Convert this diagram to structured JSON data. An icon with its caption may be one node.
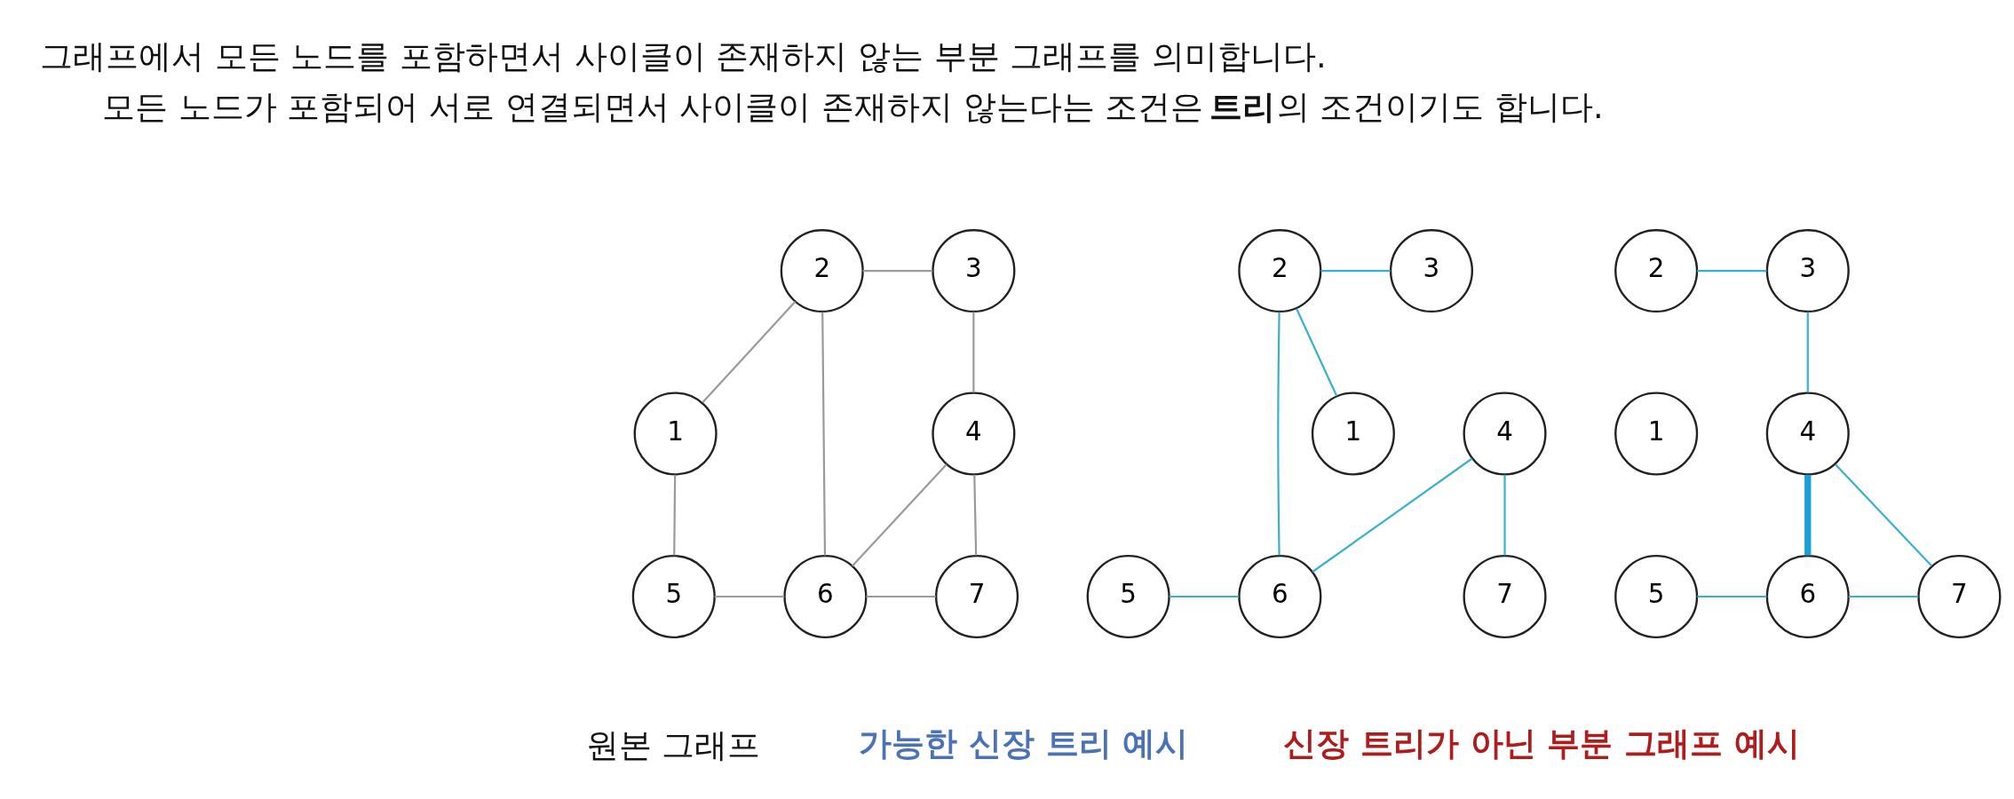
{
  "diagram": {
    "nodes": [
      {
        "text": [
          "1"
        ]
      },
      {
        "text": [
          "2"
        ]
      },
      {
        "text": [
          "3"
        ]
      },
      {
        "text": [
          "4"
        ]
      },
      {
        "text": [
          "5"
        ]
      },
      {
        "text": [
          "6"
        ]
      },
      {
        "text": [
          "7"
        ]
      },
      {
        "text": [
          "1"
        ]
      },
      {
        "text": [
          "2"
        ]
      },
      {
        "text": [
          "3"
        ]
      },
      {
        "text": [
          "4"
        ]
      },
      {
        "text": [
          "5"
        ]
      },
      {
        "text": [
          "6"
        ]
      },
      {
        "text": [
          "7"
        ]
      },
      {
        "text": [
          "1"
        ]
      },
      {
        "text": [
          "2"
        ]
      },
      {
        "text": [
          "3"
        ]
      },
      {
        "text": [
          "4"
        ]
      },
      {
        "text": [
          "5"
        ]
      },
      {
        "text": [
          "6"
        ]
      },
      {
        "text": [
          "7"
        ]
      }
    ],
    "edges": [
      {
        "from": 1,
        "to": 0,
        "arrow": "none",
        "color": "#9a9a9a"
      },
      {
        "from": 1,
        "to": 2,
        "arrow": "none",
        "color": "#9a9a9a"
      },
      {
        "from": 1,
        "to": 5,
        "arrow": "none",
        "color": "#9a9a9a"
      },
      {
        "from": 2,
        "to": 3,
        "arrow": "none",
        "color": "#9a9a9a"
      },
      {
        "from": 0,
        "to": 4,
        "arrow": "none",
        "color": "#9a9a9a"
      },
      {
        "from": 3,
        "to": 5,
        "arrow": "none",
        "color": "#9a9a9a"
      },
      {
        "from": 3,
        "to": 6,
        "arrow": "none",
        "color": "#9a9a9a"
      },
      {
        "from": 4,
        "to": 5,
        "arrow": "none",
        "color": "#9a9a9a"
      },
      {
        "from": 5,
        "to": 6,
        "arrow": "none",
        "color": "#9a9a9a"
      },
      {
        "from": 8,
        "to": 7,
        "arrow": "none"
      },
      {
        "from": 8,
        "to": 9,
        "arrow": "none"
      },
      {
        "from": 8,
        "to": 12,
        "arrow": "none"
      },
      {
        "from": 10,
        "to": 12,
        "arrow": "none"
      },
      {
        "from": 10,
        "to": 13,
        "arrow": "none"
      },
      {
        "from": 11,
        "to": 12,
        "arrow": "none"
      },
      {
        "from": 15,
        "to": 16,
        "arrow": "none"
      },
      {
        "from": 16,
        "to": 17,
        "arrow": "none"
      },
      {
        "from": 17,
        "to": 19,
        "arrow": "none",
        "style": "thick",
        "color": "#1a9fd8"
      },
      {
        "from": 17,
        "to": 20,
        "arrow": "none"
      },
      {
        "from": 18,
        "to": 19,
        "arrow": "none"
      },
      {
        "from": 19,
        "to": 20,
        "arrow": "none"
      }
    ],
    "labels": [
      "그래프에서 모든 노드를 포함하면서 사이클이 존재하지 않는 부분 그래프를 의미합니다.",
      "모든 노드가 포함되어 서로 연결되면서 사이클이 존재하지 않는다는 조건은 **트리**의 조건이기도 합니다.",
      "원본 그래프",
      "가능한 신장 트리 예시",
      "신장 트리가 아닌 부분 그래프 예시"
    ]
  }
}
